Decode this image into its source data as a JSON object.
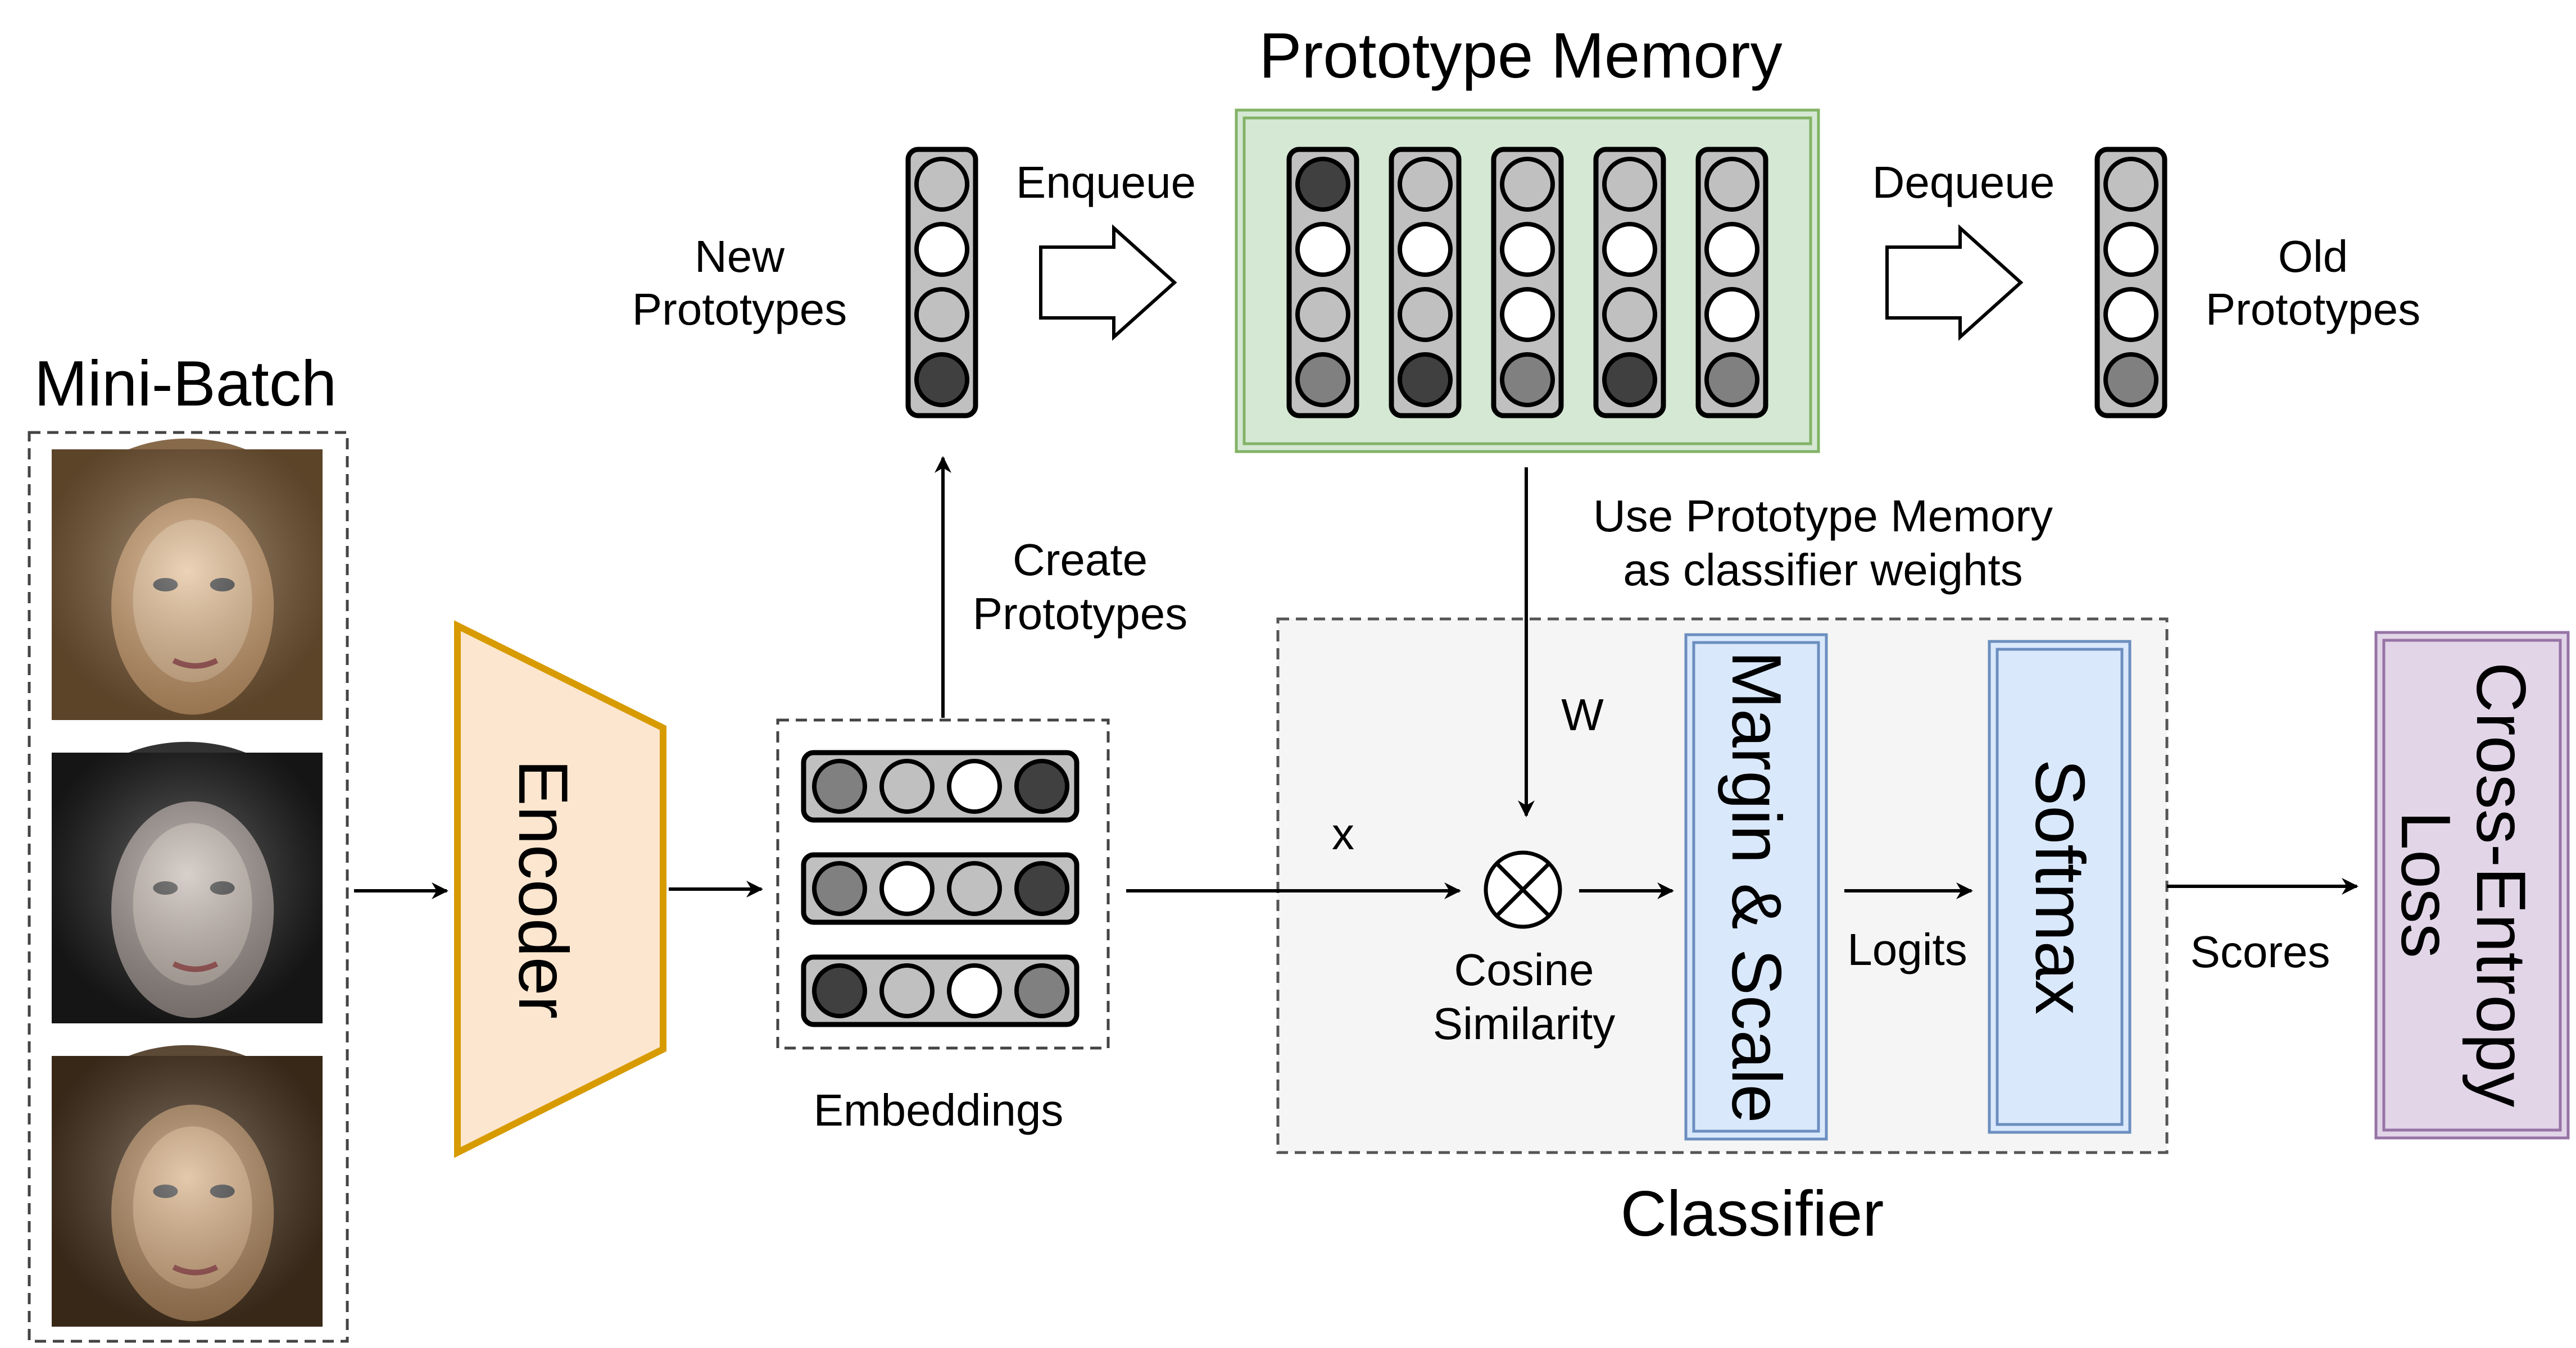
{
  "title": "Prototype Memory",
  "mini_batch": {
    "label": "Mini-Batch",
    "faces": [
      {
        "name": "face-1",
        "colors": [
          "#7a5a36",
          "#c99a6a",
          "#e8c39a"
        ]
      },
      {
        "name": "face-2",
        "colors": [
          "#1c1c1c",
          "#9a8f8a",
          "#cdbfb6"
        ]
      },
      {
        "name": "face-3",
        "colors": [
          "#4a3520",
          "#b0865c",
          "#e0b58a"
        ]
      }
    ]
  },
  "encoder": {
    "label": "Encoder",
    "fill": "#fde6cf",
    "stroke": "#d79b00"
  },
  "embeddings": {
    "label": "Embeddings",
    "rows": [
      [
        "#808080",
        "#c0c0c0",
        "#ffffff",
        "#404040"
      ],
      [
        "#808080",
        "#ffffff",
        "#c0c0c0",
        "#404040"
      ],
      [
        "#404040",
        "#c0c0c0",
        "#ffffff",
        "#808080"
      ]
    ]
  },
  "create_prototypes": {
    "line1": "Create",
    "line2": "Prototypes"
  },
  "new_prototypes": {
    "line1": "New",
    "line2": "Prototypes",
    "cells": [
      "#c0c0c0",
      "#ffffff",
      "#c0c0c0",
      "#404040"
    ]
  },
  "enqueue_label": "Enqueue",
  "memory": {
    "fill": "#d5e8d4",
    "stroke": "#82b366",
    "columns": [
      [
        "#404040",
        "#ffffff",
        "#c0c0c0",
        "#808080"
      ],
      [
        "#c0c0c0",
        "#ffffff",
        "#c0c0c0",
        "#404040"
      ],
      [
        "#c0c0c0",
        "#ffffff",
        "#ffffff",
        "#808080"
      ],
      [
        "#c0c0c0",
        "#ffffff",
        "#c0c0c0",
        "#404040"
      ],
      [
        "#c0c0c0",
        "#ffffff",
        "#ffffff",
        "#808080"
      ]
    ]
  },
  "dequeue_label": "Dequeue",
  "old_prototypes": {
    "line1": "Old",
    "line2": "Prototypes",
    "cells": [
      "#c0c0c0",
      "#ffffff",
      "#ffffff",
      "#808080"
    ]
  },
  "use_memory": {
    "line1": "Use Prototype Memory",
    "line2": "as classifier weights"
  },
  "w_label": "W",
  "x_label": "x",
  "cosine": {
    "line1": "Cosine",
    "line2": "Similarity"
  },
  "margin_scale": {
    "label": "Margin & Scale",
    "fill": "#dae8fc",
    "stroke": "#6c8ebf"
  },
  "logits_label": "Logits",
  "softmax": {
    "label": "Softmax",
    "fill": "#dae8fc",
    "stroke": "#6c8ebf"
  },
  "classifier_label": "Classifier",
  "scores_label": "Scores",
  "loss": {
    "line1": "Cross-Entropy",
    "line2": "Loss",
    "fill": "#e1d5e7",
    "stroke": "#9673a6"
  }
}
